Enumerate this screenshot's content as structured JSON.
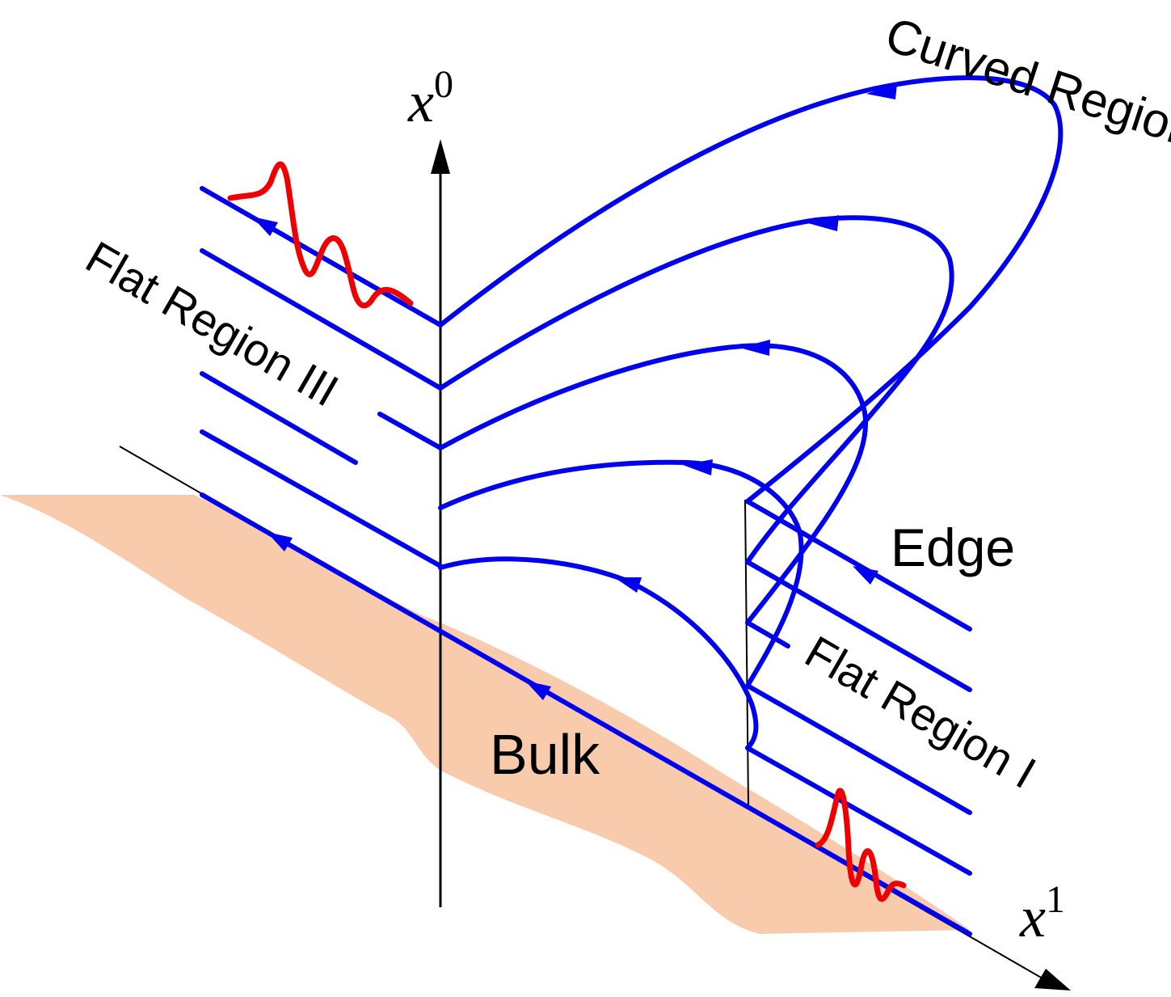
{
  "labels": {
    "x0_var": "x",
    "x0_sup": "0",
    "x1_var": "x",
    "x1_sup": "1",
    "curved_region": "Curved Region II",
    "flat_region_iii": "Flat Region III",
    "flat_region_i": "Flat Region I",
    "edge": "Edge",
    "bulk": "Bulk"
  },
  "colors": {
    "field_lines": "#0000ee",
    "wave_packets": "#ee0000",
    "bulk_fill": "#f8cbad",
    "axes": "#000000"
  }
}
